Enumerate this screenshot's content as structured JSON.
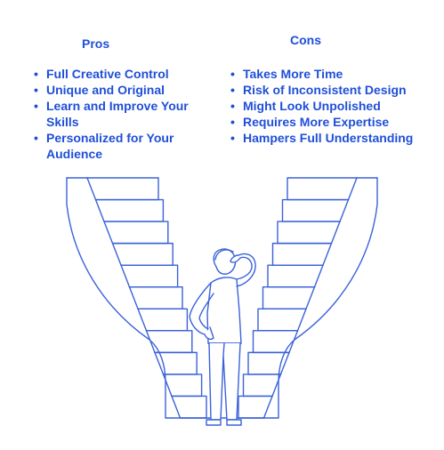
{
  "pros": {
    "title": "Pros",
    "items": [
      "Full Creative Control",
      "Unique and Original",
      "Learn and Improve Your Skills",
      "Personalized for Your Audience"
    ]
  },
  "cons": {
    "title": "Cons",
    "items": [
      "Takes More Time",
      "Risk of Inconsistent Design",
      "Might Look Unpolished",
      "Requires More Expertise",
      "Hampers Full Understanding"
    ]
  },
  "colors": {
    "accent": "#1f4fd8",
    "line": "#3b62d9",
    "background": "#ffffff"
  }
}
